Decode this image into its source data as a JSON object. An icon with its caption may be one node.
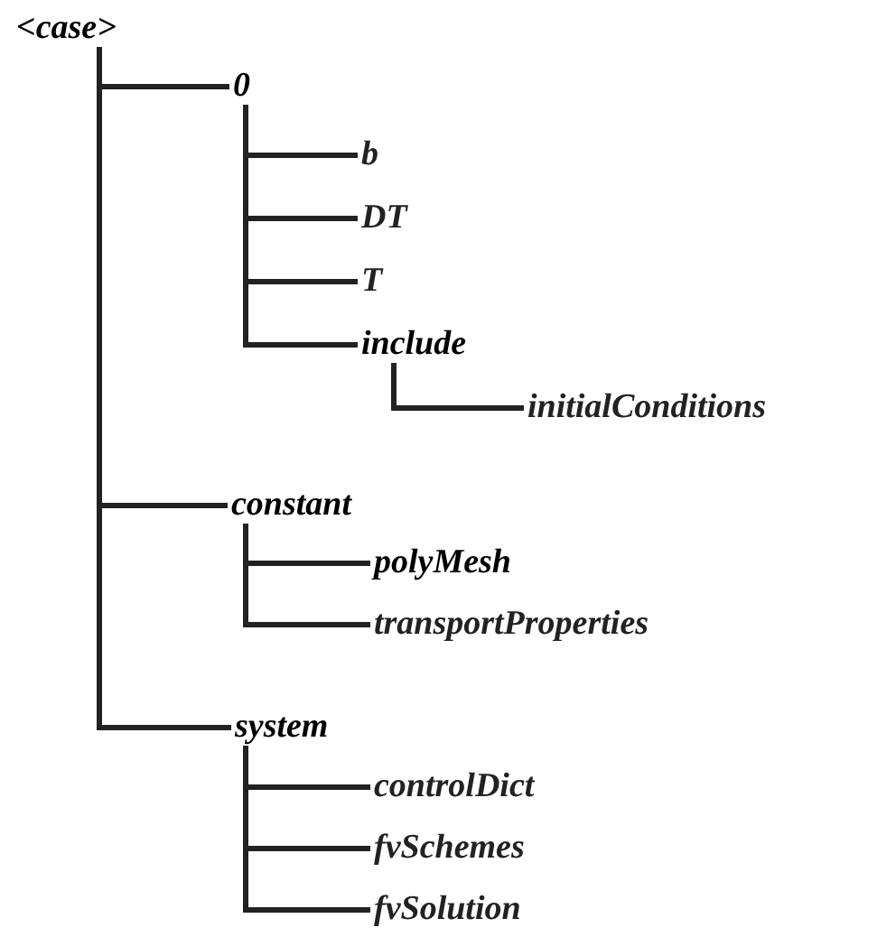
{
  "diagram": {
    "nodes": [
      {
        "text": [
          "<case>"
        ]
      },
      {
        "text": [
          "0"
        ],
        "in": 0
      },
      {
        "text": [
          "b"
        ],
        "in": 1
      },
      {
        "text": [
          "DT"
        ],
        "in": 1
      },
      {
        "text": [
          "T"
        ],
        "in": 1
      },
      {
        "text": [
          "include"
        ],
        "in": 1
      },
      {
        "text": [
          "initialConditions"
        ],
        "in": 5
      },
      {
        "text": [
          "constant"
        ],
        "in": 0
      },
      {
        "text": [
          "polyMesh"
        ],
        "in": 7
      },
      {
        "text": [
          "transportProperties"
        ],
        "in": 7
      },
      {
        "text": [
          "system"
        ],
        "in": 0
      },
      {
        "text": [
          "controlDict"
        ],
        "in": 10
      },
      {
        "text": [
          "fvSchemes"
        ],
        "in": 10
      },
      {
        "text": [
          "fvSolution"
        ],
        "in": 10
      }
    ],
    "edges": [
      {
        "from": 0,
        "to": 1,
        "arrow": "none"
      },
      {
        "from": 1,
        "to": 2,
        "arrow": "none"
      },
      {
        "from": 1,
        "to": 3,
        "arrow": "none"
      },
      {
        "from": 1,
        "to": 4,
        "arrow": "none"
      },
      {
        "from": 1,
        "to": 5,
        "arrow": "none"
      },
      {
        "from": 5,
        "to": 6,
        "arrow": "none"
      },
      {
        "from": 0,
        "to": 7,
        "arrow": "none"
      },
      {
        "from": 7,
        "to": 8,
        "arrow": "none"
      },
      {
        "from": 7,
        "to": 9,
        "arrow": "none"
      },
      {
        "from": 0,
        "to": 10,
        "arrow": "none"
      },
      {
        "from": 10,
        "to": 11,
        "arrow": "none"
      },
      {
        "from": 10,
        "to": 12,
        "arrow": "none"
      },
      {
        "from": 10,
        "to": 13,
        "arrow": "none"
      }
    ]
  }
}
